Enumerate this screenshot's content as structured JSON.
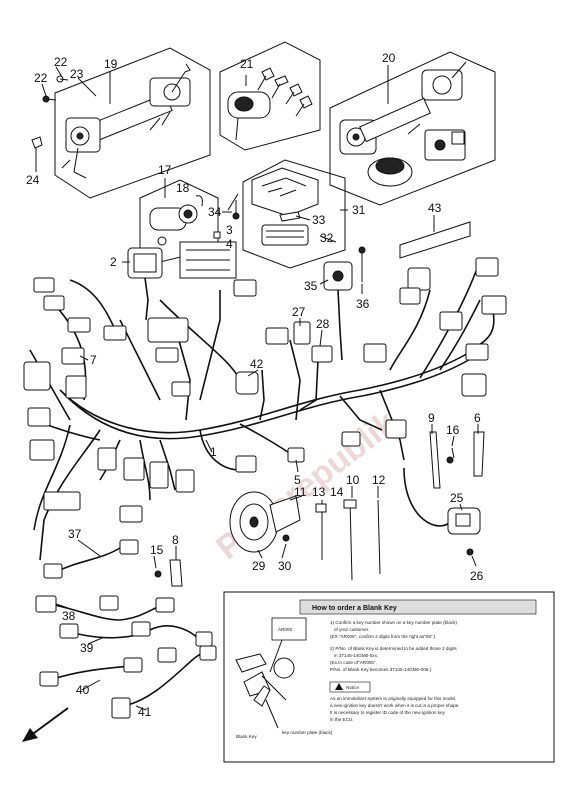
{
  "callouts": {
    "n1": "1",
    "n2": "2",
    "n3": "3",
    "n4": "4",
    "n5": "5",
    "n6": "6",
    "n7": "7",
    "n8": "8",
    "n9": "9",
    "n10": "10",
    "n11": "11",
    "n12": "12",
    "n13": "13",
    "n14": "14",
    "n15": "15",
    "n16": "16",
    "n17": "17",
    "n18": "18",
    "n19": "19",
    "n20": "20",
    "n21": "21",
    "n22a": "22",
    "n22b": "22",
    "n23": "23",
    "n24": "24",
    "n25": "25",
    "n26": "26",
    "n27": "27",
    "n28": "28",
    "n29": "29",
    "n30": "30",
    "n31": "31",
    "n32": "32",
    "n33": "33",
    "n34": "34",
    "n35": "35",
    "n36": "36",
    "n37": "37",
    "n38": "38",
    "n39": "39",
    "n40": "40",
    "n41": "41",
    "n42": "42",
    "n43": "43"
  },
  "watermark": "Partsrepublik",
  "blank_key_box": {
    "title": "How to order a Blank Key",
    "steps": [
      "1) Confirm a key number shown on a key number plate (black)",
      "of your customer.",
      "(EX.\"AR005\", confirm 2 digits from the right as\"05\".)",
      "2) P/No. of Blank Key is determined to be added those 2 digits",
      "in 37145-14GM0-0xx.",
      "(Ex.In case of\"AR005\",",
      "P/No. of Blank Key becomes 37145-14GM0-005.)"
    ],
    "notice_title": "Notice",
    "notice": [
      "As an immobilizer system is originally equipped for this model,",
      "a new ignition key doesn't work when it is cut in a proper shape.",
      "It is necessary to register ID code of the new ignition key",
      "in the ECU."
    ],
    "plate_code": "AR005",
    "label_blank_key": "Blank Key",
    "label_plate": "key number plate (black)"
  }
}
